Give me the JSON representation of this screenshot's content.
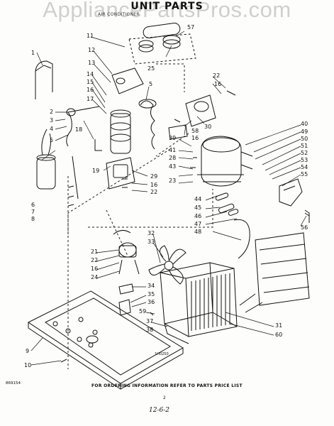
{
  "title": "UNIT PARTS",
  "subtitle": "AIR CONDITIONER",
  "watermark": "AppliancePartsPros.com",
  "footer": "FOR ORDERING INFORMATION REFER TO PARTS PRICE LIST",
  "page_number": "2",
  "catalog_code": "869154",
  "figure_ref": "1H0250",
  "handwritten_date": "12-6-2",
  "callouts": {
    "c1": "1",
    "c2": "2",
    "c3": "3",
    "c4": "4",
    "c5": "5",
    "c6": "6",
    "c7": "7",
    "c8": "8",
    "c9": "9",
    "c10": "10",
    "c11": "11",
    "c12": "12",
    "c13": "13",
    "c14": "14",
    "c15": "15",
    "c16a": "16",
    "c17": "17",
    "c18": "18",
    "c19": "19",
    "c5b": "5",
    "c25": "25",
    "c57": "57",
    "c22a": "22",
    "c16b": "16",
    "c39": "39",
    "c41": "41",
    "c28": "28",
    "c43": "43",
    "c23": "23",
    "c29": "29",
    "c16c": "16",
    "c22b": "22",
    "c58": "58",
    "c16d": "16",
    "c30": "30",
    "c40": "40",
    "c49": "49",
    "c50": "50",
    "c51": "51",
    "c52": "52",
    "c53": "53",
    "c54": "54",
    "c55": "55",
    "c56": "56",
    "c44": "44",
    "c45": "45",
    "c46": "46",
    "c47": "47",
    "c48": "48",
    "c21": "21",
    "c22c": "22",
    "c16e": "16",
    "c24": "24",
    "c32": "32",
    "c33": "33",
    "c34": "34",
    "c35": "35",
    "c36": "36",
    "c59": "59",
    "c37": "37",
    "c38": "38",
    "c31": "31",
    "c60": "60"
  }
}
